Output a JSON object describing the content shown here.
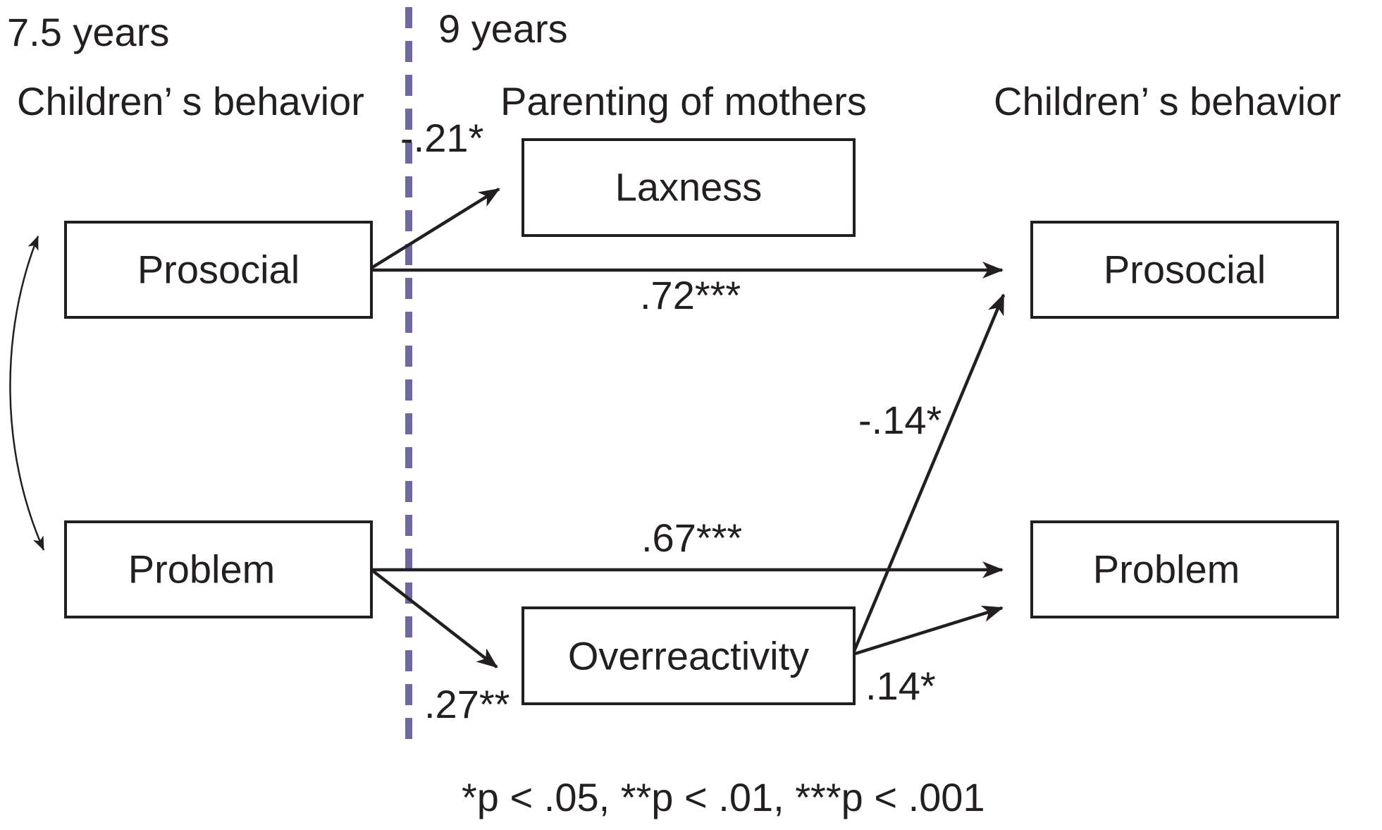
{
  "headers": {
    "time_left": "7.5 years",
    "time_right": "9 years",
    "col_left": "Children’ s behavior",
    "col_middle": "Parenting of mothers",
    "col_right": "Children’ s behavior"
  },
  "nodes": {
    "prosocial_t1": "Prosocial",
    "problem_t1": "Problem",
    "laxness": "Laxness",
    "overreactivity": "Overreactivity",
    "prosocial_t2": "Prosocial",
    "problem_t2": "Problem"
  },
  "paths": [
    {
      "from": "Prosocial (7.5 years)",
      "to": "Laxness",
      "coefficient": "-.21*"
    },
    {
      "from": "Prosocial (7.5 years)",
      "to": "Prosocial (9 years)",
      "coefficient": ".72***"
    },
    {
      "from": "Problem (7.5 years)",
      "to": "Problem (9 years)",
      "coefficient": ".67***"
    },
    {
      "from": "Problem (7.5 years)",
      "to": "Overreactivity",
      "coefficient": ".27**"
    },
    {
      "from": "Overreactivity",
      "to": "Prosocial (9 years)",
      "coefficient": "-.14*"
    },
    {
      "from": "Overreactivity",
      "to": "Problem (9 years)",
      "coefficient": ".14*"
    }
  ],
  "footnote": "*p < .05, **p < .01, ***p < .001",
  "colors": {
    "ink": "#231f20",
    "divider": "#6e6aa0"
  }
}
